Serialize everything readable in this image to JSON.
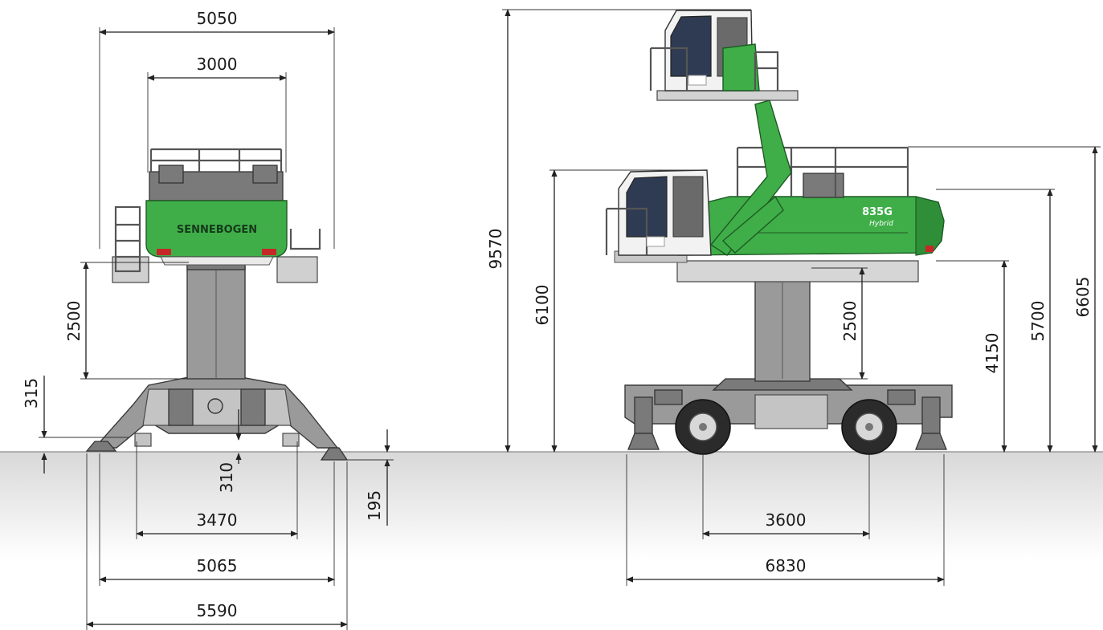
{
  "front_view": {
    "dims": {
      "overall_rail_width": "5050",
      "cab_platform_width": "3000",
      "column_height": "2500",
      "base_offset": "315",
      "ground_clearance": "310",
      "outrigger_inner": "3470",
      "outrigger_span": "5065",
      "overall_base_width": "5590",
      "pad_height": "195"
    },
    "brand_text": "SENNEBOGEN"
  },
  "side_view": {
    "dims": {
      "max_cab_height": "9570",
      "lower_cab_height": "6100",
      "column_height": "2500",
      "upper_deck_height": "4150",
      "counterweight_height": "5700",
      "overall_height": "6605",
      "wheelbase": "3600",
      "overall_length": "6830"
    },
    "model_text": "835G",
    "model_suffix": "Hybrid"
  },
  "colors": {
    "brand_green": "#3fae49",
    "steel_gray": "#9a9a9a",
    "ground_gray": "#e6e6e6"
  }
}
